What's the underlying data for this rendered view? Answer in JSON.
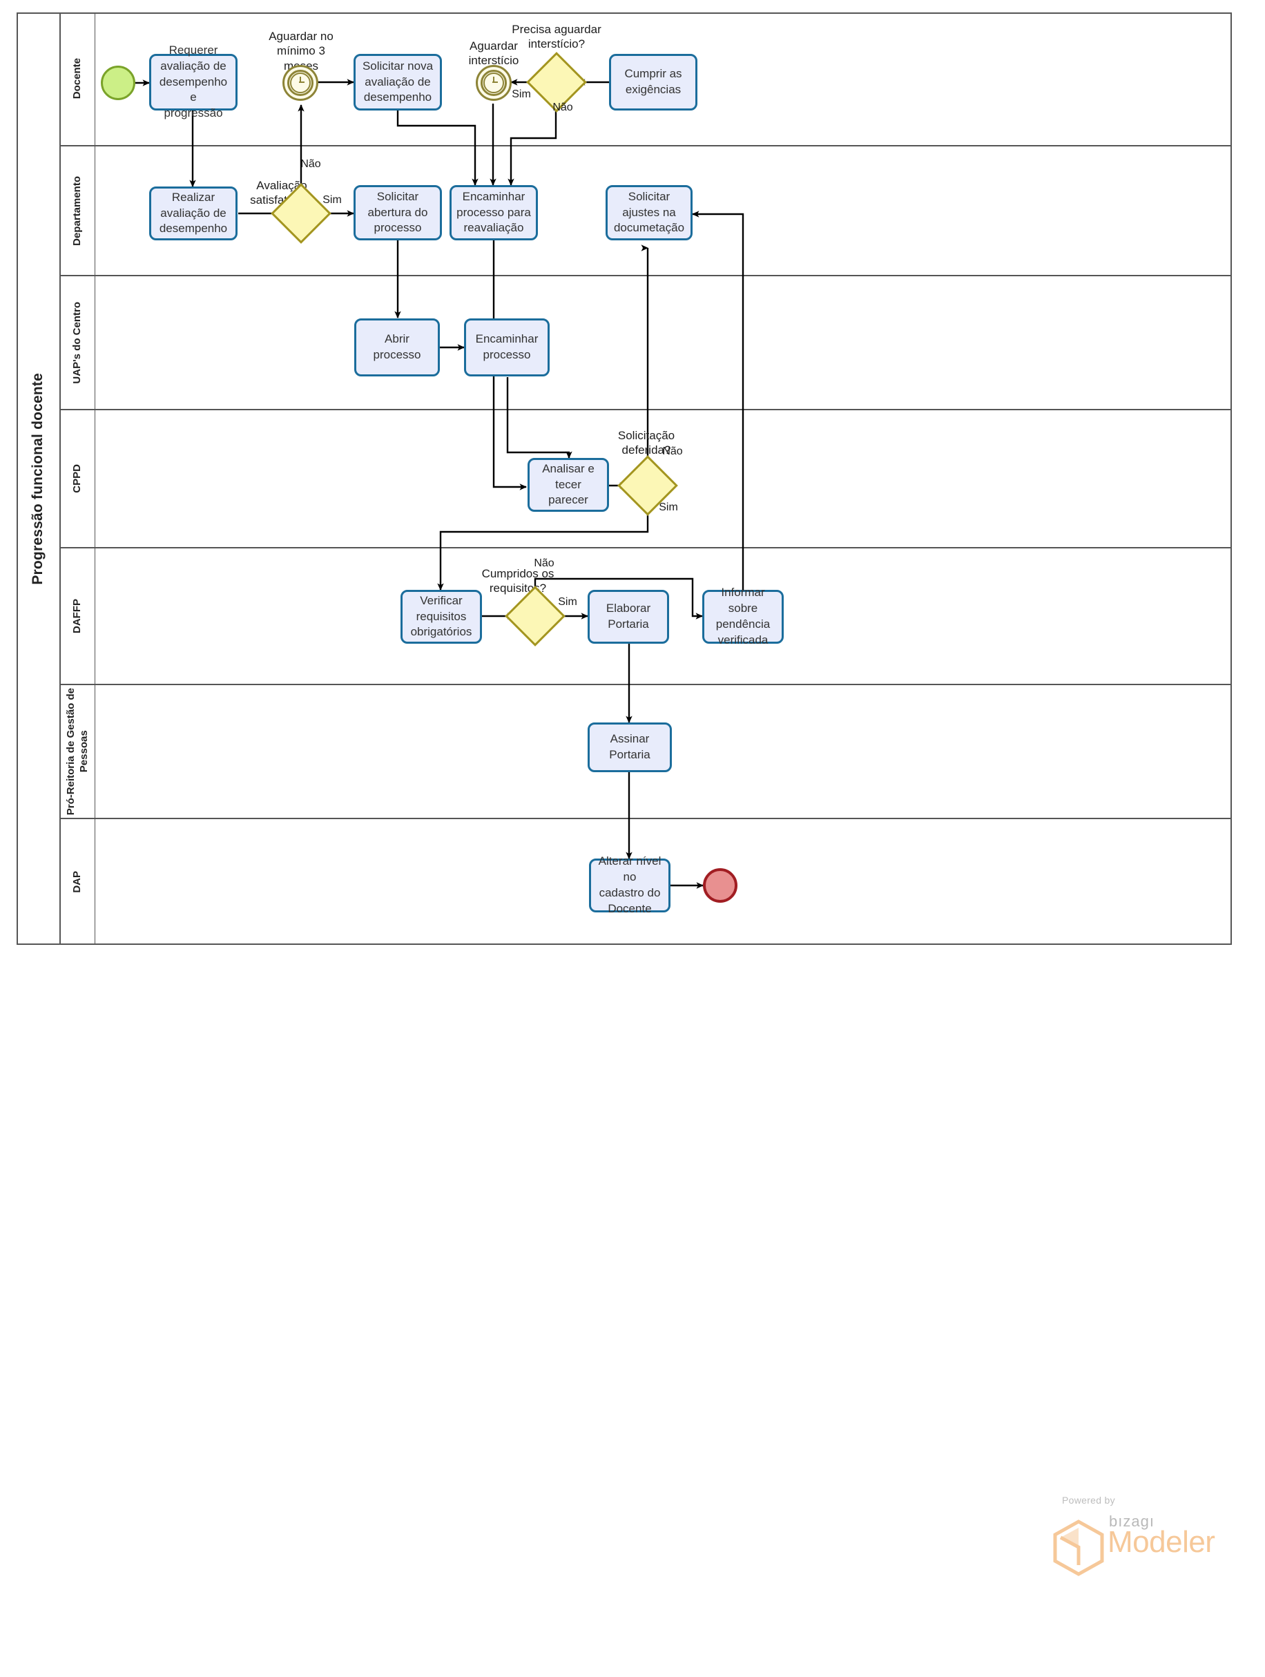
{
  "pool": {
    "title": "Progressão funcional docente"
  },
  "lanes": [
    {
      "name": "lane-docente",
      "label": "Docente"
    },
    {
      "name": "lane-departamento",
      "label": "Departamento"
    },
    {
      "name": "lane-uaps",
      "label": "UAP's do Centro"
    },
    {
      "name": "lane-cppd",
      "label": "CPPD"
    },
    {
      "name": "lane-daffp",
      "label": "DAFFP"
    },
    {
      "name": "lane-pro-reitoria",
      "label": "Pró-Reitoria de Gestão de\nPessoas"
    },
    {
      "name": "lane-dap",
      "label": "DAP"
    }
  ],
  "events": {
    "start": "start-event",
    "end": "end-event",
    "timer_3_meses_label": "Aguardar no\nmínimo 3\nmeses",
    "timer_intersticio_label": "Aguardar\ninterstício"
  },
  "tasks": {
    "requerer_avaliacao": "Requerer\navaliação de\ndesempenho e\nprogressão",
    "solicitar_nova_avaliacao": "Solicitar nova\navaliação de\ndesempenho",
    "cumprir_exigencias": "Cumprir as\nexigências",
    "realizar_avaliacao": "Realizar\navaliação de\ndesempenho",
    "solicitar_abertura": "Solicitar\nabertura do\nprocesso",
    "encaminhar_reavaliacao": "Encaminhar\nprocesso para\nreavaliação",
    "solicitar_ajustes": "Solicitar\najustes na\ndocumetação",
    "abrir_processo": "Abrir processo",
    "encaminhar_processo": "Encaminhar\nprocesso",
    "analisar_parecer": "Analisar e tecer\nparecer",
    "verificar_requisitos": "Verificar\nrequisitos\nobrigatórios",
    "elaborar_portaria": "Elaborar Portaria",
    "informar_pendencia": "Informar sobre\npendência\nverificada",
    "assinar_portaria": "Assinar Portaria",
    "alterar_nivel": "Alterar nível no\ncadastro do\nDocente"
  },
  "gateways": {
    "precisa_intersticio": "Precisa aguardar\ninterstício?",
    "avaliacao_satisfatoria": "Avaliação\nsatisfatória?",
    "solicitacao_deferida": "Solicitação\ndeferida?",
    "cumpridos_requisitos": "Cumpridos os\nrequisitos?"
  },
  "flow_labels": {
    "sim_intersticio": "Sim",
    "nao_intersticio": "Não",
    "nao_avaliacao": "Não",
    "sim_avaliacao": "Sim",
    "nao_deferida": "Não",
    "sim_deferida": "Sim",
    "nao_requisitos": "Não",
    "sim_requisitos": "Sim"
  },
  "logo": {
    "powered_by": "Powered by",
    "brand": "bızagı",
    "product": "Modeler"
  },
  "colors": {
    "task_fill": "#e8ecfb",
    "task_stroke": "#1b6d9c",
    "gateway_fill": "#fcf7b6",
    "gateway_stroke": "#a39520",
    "start_fill": "#ccef87",
    "start_stroke": "#7aa329",
    "end_fill": "#e89090",
    "end_stroke": "#a11d22",
    "timer_stroke": "#8d8437",
    "lane_stroke": "#555555",
    "logo_accent": "#f6c899"
  }
}
